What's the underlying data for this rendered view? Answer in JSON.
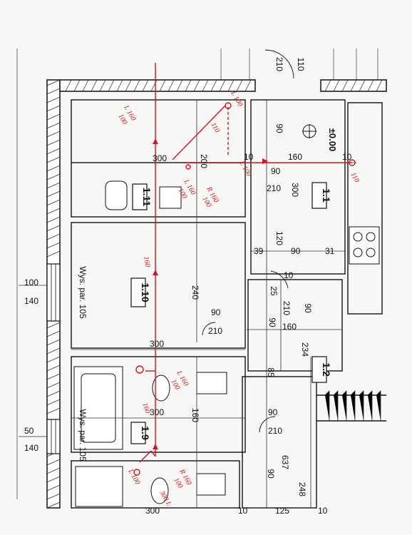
{
  "plan": {
    "rooms": [
      {
        "id": "1.11"
      },
      {
        "id": "1.10"
      },
      {
        "id": "1.9"
      },
      {
        "id": "1.1"
      },
      {
        "id": "1.2"
      }
    ],
    "level": "±0.00",
    "wys_par_1": "Wys. par. 105",
    "wys_par_2": "Wys. par. 105",
    "dims": {
      "d210_top": "210",
      "d110_top": "110",
      "d300_a": "300",
      "d200": "200",
      "d10_a": "10",
      "d160_a": "160",
      "d10_b": "10",
      "d90_a": "90",
      "d90_b": "90",
      "d210_a": "210",
      "d300_b": "300",
      "d120": "120",
      "d39": "39",
      "d90_c": "90",
      "d31": "31",
      "d100": "100",
      "d140_a": "140",
      "d10_c": "10",
      "d25": "25",
      "d210_b": "210",
      "d90_d": "90",
      "d240": "240",
      "d90_e": "90",
      "d210_c": "210",
      "d90_f": "90",
      "d160_b": "160",
      "d234": "234",
      "d300_c": "300",
      "d85": "85",
      "d300_d": "300",
      "d160_c": "160",
      "d90_g": "90",
      "d210_d": "210",
      "d50": "50",
      "d140_b": "140",
      "d637": "637",
      "d90_h": "90",
      "d248": "248",
      "d300_e": "300",
      "d10_d": "10",
      "d125": "125",
      "d10_e": "10"
    },
    "annotations": {
      "r1": "L 160",
      "r1b": "100",
      "r2": "L 100",
      "r3": "110",
      "r4": "L 160",
      "r4b": "100",
      "r5": "R 160",
      "r5b": "100",
      "r6": "L 100",
      "r7": "110",
      "r8": "160",
      "r9": "L 160",
      "r9b": "100",
      "r10": "160",
      "r11": "R 160",
      "r11b": "100",
      "r12": "L 100",
      "r13": "300 L"
    }
  }
}
